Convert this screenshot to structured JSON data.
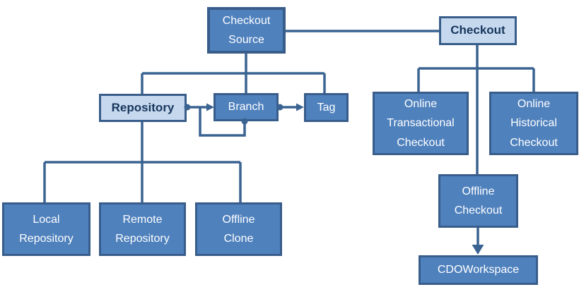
{
  "colors": {
    "node_fill": "#4f81bd",
    "node_border": "#385d8a",
    "light_fill": "#c6d8ee",
    "text_light": "#ffffff",
    "text_dark": "#17365d",
    "line": "#3a6391"
  },
  "nodes": {
    "checkout_source": {
      "label": "Checkout\nSource",
      "style": "solid"
    },
    "checkout": {
      "label": "Checkout",
      "style": "light"
    },
    "repository": {
      "label": "Repository",
      "style": "light"
    },
    "branch": {
      "label": "Branch",
      "style": "solid"
    },
    "tag": {
      "label": "Tag",
      "style": "solid"
    },
    "online_transactional": {
      "label": "Online\nTransactional\nCheckout",
      "style": "solid"
    },
    "online_historical": {
      "label": "Online\nHistorical\nCheckout",
      "style": "solid"
    },
    "local_repository": {
      "label": "Local\nRepository",
      "style": "solid"
    },
    "remote_repository": {
      "label": "Remote\nRepository",
      "style": "solid"
    },
    "offline_clone": {
      "label": "Offline\nClone",
      "style": "solid"
    },
    "offline_checkout": {
      "label": "Offline\nCheckout",
      "style": "solid"
    },
    "cdo_workspace": {
      "label": "CDOWorkspace",
      "style": "solid"
    }
  },
  "edges": [
    {
      "from": "checkout_source",
      "to": "checkout",
      "type": "line"
    },
    {
      "from": "checkout_source",
      "to": "repository",
      "type": "tree"
    },
    {
      "from": "checkout_source",
      "to": "branch",
      "type": "tree"
    },
    {
      "from": "checkout_source",
      "to": "tag",
      "type": "tree"
    },
    {
      "from": "checkout",
      "to": "online_transactional",
      "type": "tree"
    },
    {
      "from": "checkout",
      "to": "online_historical",
      "type": "tree"
    },
    {
      "from": "checkout",
      "to": "offline_checkout",
      "type": "tree"
    },
    {
      "from": "repository",
      "to": "branch",
      "type": "dot-arrow"
    },
    {
      "from": "branch",
      "to": "branch",
      "type": "dot-arrow-self-loop"
    },
    {
      "from": "branch",
      "to": "tag",
      "type": "dot-arrow"
    },
    {
      "from": "repository",
      "to": "local_repository",
      "type": "tree"
    },
    {
      "from": "repository",
      "to": "remote_repository",
      "type": "tree"
    },
    {
      "from": "repository",
      "to": "offline_clone",
      "type": "tree"
    },
    {
      "from": "offline_checkout",
      "to": "cdo_workspace",
      "type": "arrow"
    }
  ]
}
